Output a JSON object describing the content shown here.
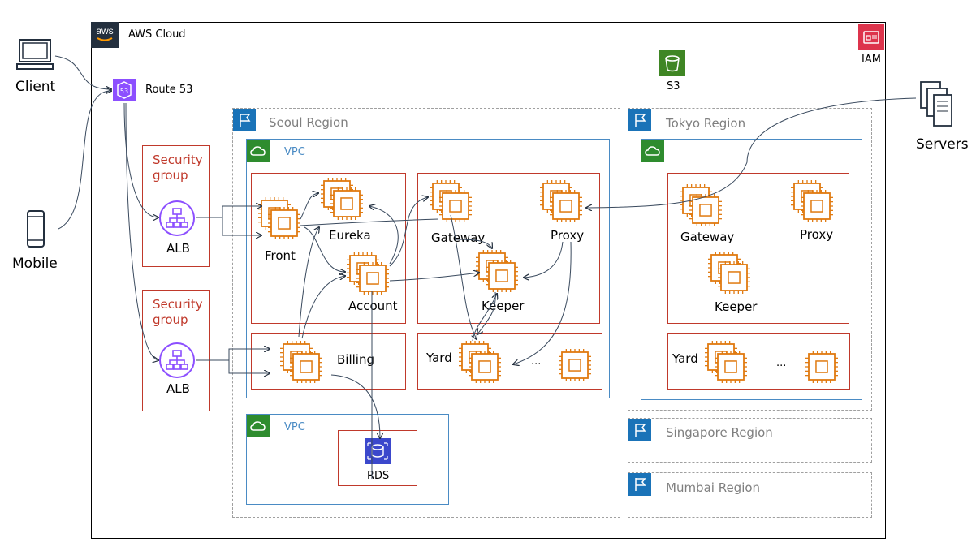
{
  "cloud": {
    "title": "AWS Cloud",
    "logo": "aws"
  },
  "iam": {
    "label": "IAM",
    "color": "#dd344c"
  },
  "s3": {
    "label": "S3",
    "color": "#3f8624"
  },
  "route53": {
    "label": "Route 53",
    "color": "#8c4fff"
  },
  "client": {
    "label": "Client"
  },
  "mobile": {
    "label": "Mobile"
  },
  "servers": {
    "label": "Servers"
  },
  "security_groups": [
    {
      "label": "Security group"
    },
    {
      "label": "Security group"
    }
  ],
  "albs": [
    {
      "label": "ALB"
    },
    {
      "label": "ALB"
    }
  ],
  "regions": {
    "seoul": "Seoul Region",
    "tokyo": "Tokyo Region",
    "singapore": "Singapore Region",
    "mumbai": "Mumbai Region"
  },
  "vpc_label": "VPC",
  "seoul": {
    "front": "Front",
    "eureka": "Eureka",
    "account": "Account",
    "gateway": "Gateway",
    "proxy": "Proxy",
    "keeper": "Keeper",
    "billing": "Billing",
    "yard": "Yard",
    "ellipsis": "..."
  },
  "tokyo": {
    "gateway": "Gateway",
    "proxy": "Proxy",
    "keeper": "Keeper",
    "yard": "Yard",
    "ellipsis": "..."
  },
  "rds": {
    "label": "RDS",
    "color": "#3b48cc"
  },
  "colors": {
    "ec2": "#e07a10",
    "subnet": "#c0392b",
    "vpc": "#4a8bc4",
    "region_flag": "#1a73b8",
    "vpc_badge": "#2e8c2e"
  }
}
